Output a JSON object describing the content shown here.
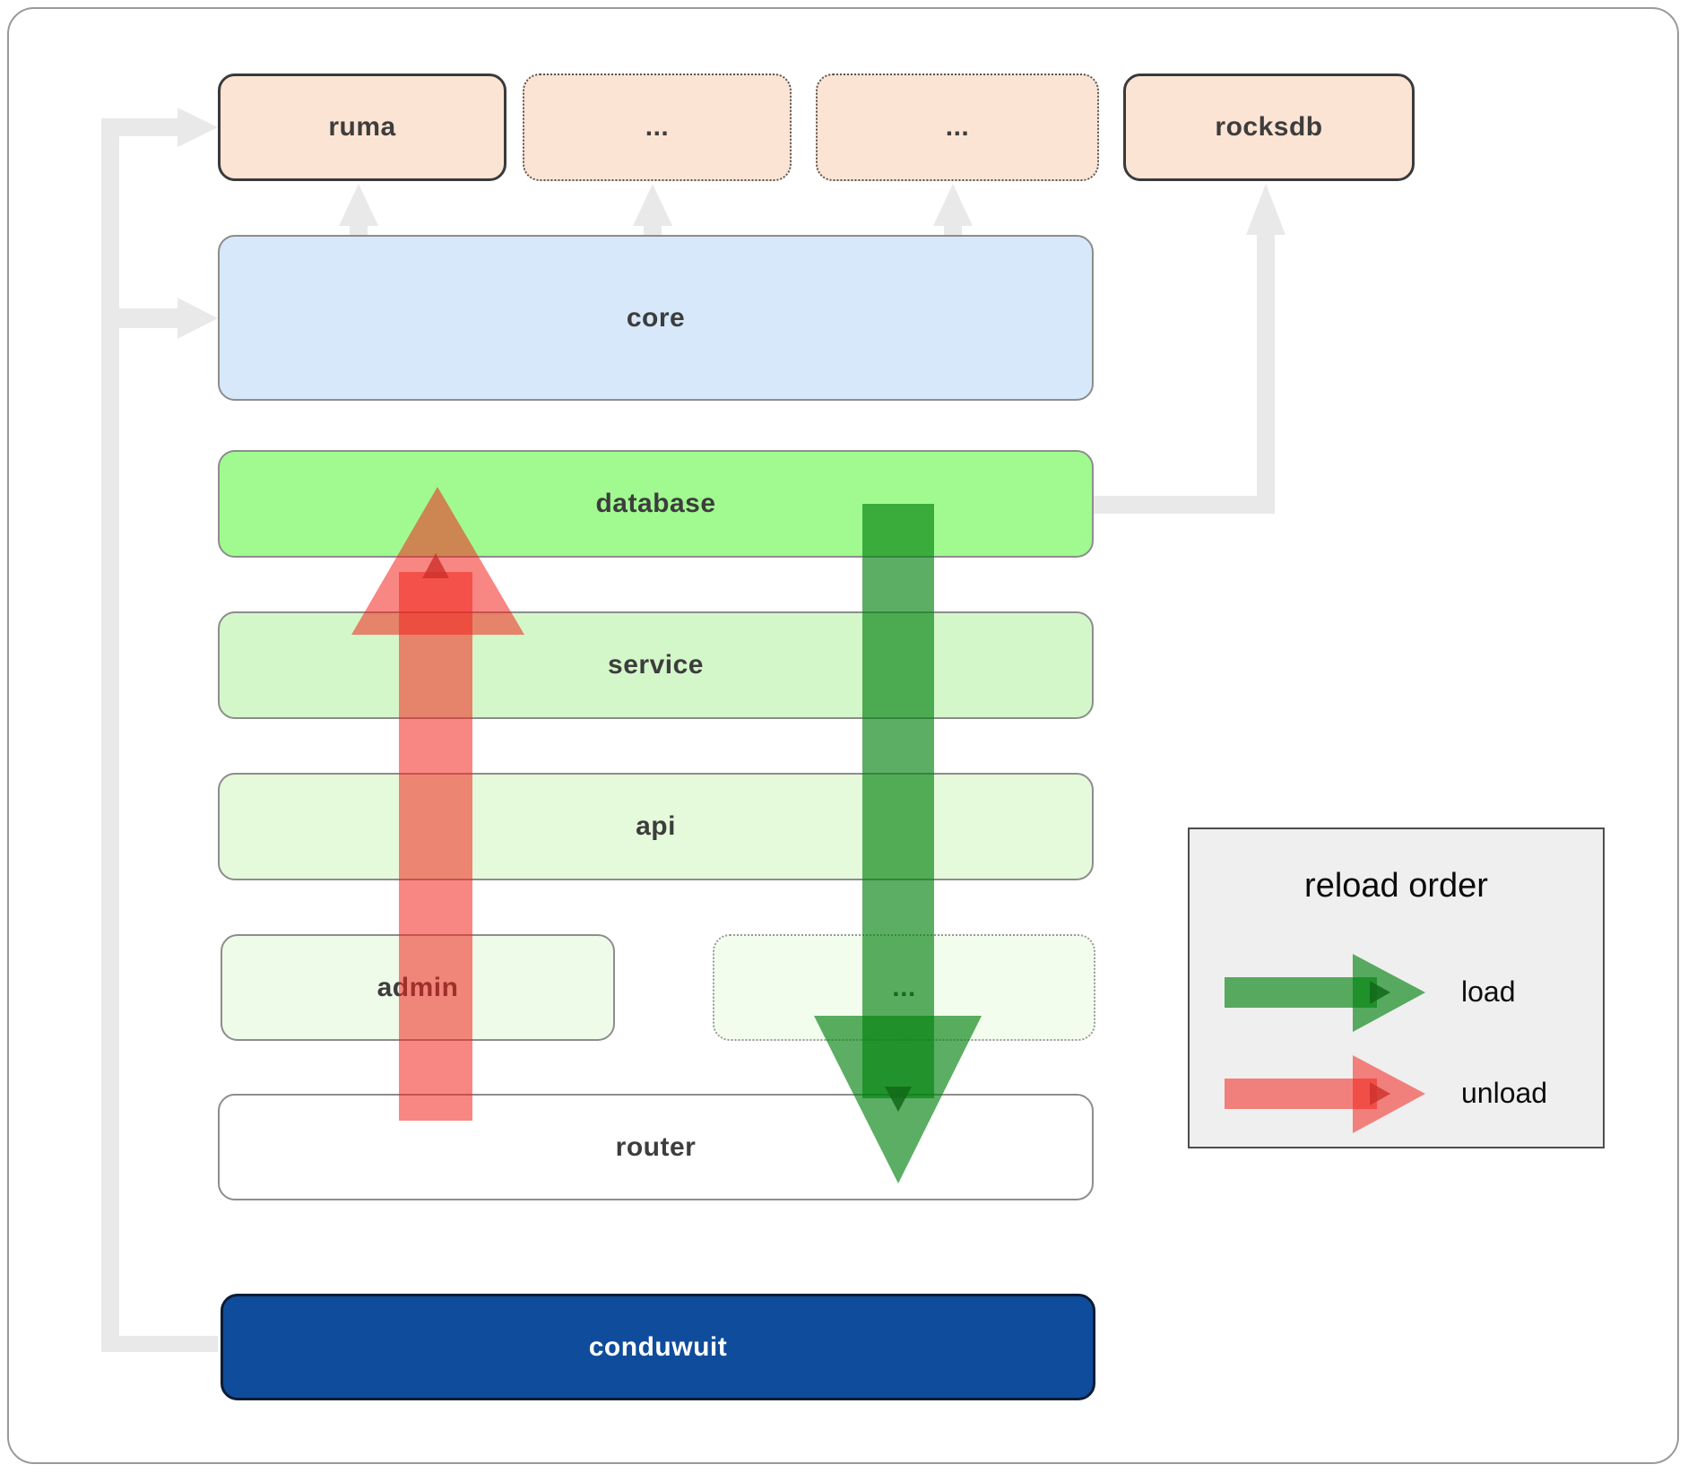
{
  "diagram": {
    "nodes": {
      "ruma": "ruma",
      "dots_top_1": "...",
      "dots_top_2": "...",
      "rocksdb": "rocksdb",
      "core": "core",
      "database": "database",
      "service": "service",
      "api": "api",
      "admin": "admin",
      "dots_mid": "...",
      "router": "router",
      "conduwuit": "conduwuit"
    },
    "connections": [
      {
        "from": "conduwuit",
        "to": "ruma",
        "style": "gray-elbow"
      },
      {
        "from": "conduwuit",
        "to": "core",
        "style": "gray-elbow"
      },
      {
        "from": "core",
        "to": "ruma",
        "style": "gray-up"
      },
      {
        "from": "core",
        "to": "dots_top_1",
        "style": "gray-up"
      },
      {
        "from": "core",
        "to": "dots_top_2",
        "style": "gray-up"
      },
      {
        "from": "database",
        "to": "rocksdb",
        "style": "gray-elbow"
      },
      {
        "from": "database",
        "to": "router",
        "type": "load",
        "style": "green-down"
      },
      {
        "from": "router",
        "to": "database",
        "type": "unload",
        "style": "red-up"
      }
    ]
  },
  "legend": {
    "title": "reload order",
    "load_label": "load",
    "unload_label": "unload"
  },
  "colors": {
    "load_arrow_green": "#038210",
    "unload_arrow_red": "#f3241d",
    "connector_gray": "#e9e9e9",
    "conduwuit_blue": "#0f4c9b",
    "core_blue": "#d6e8fa",
    "database_green": "#a1fa90",
    "service_green": "#d4f7c9",
    "api_green": "#e4fada",
    "admin_green": "#eefbe9",
    "peach": "#fce4d4",
    "legend_bg": "#efefef",
    "label_gray": "#3d3d3d"
  }
}
